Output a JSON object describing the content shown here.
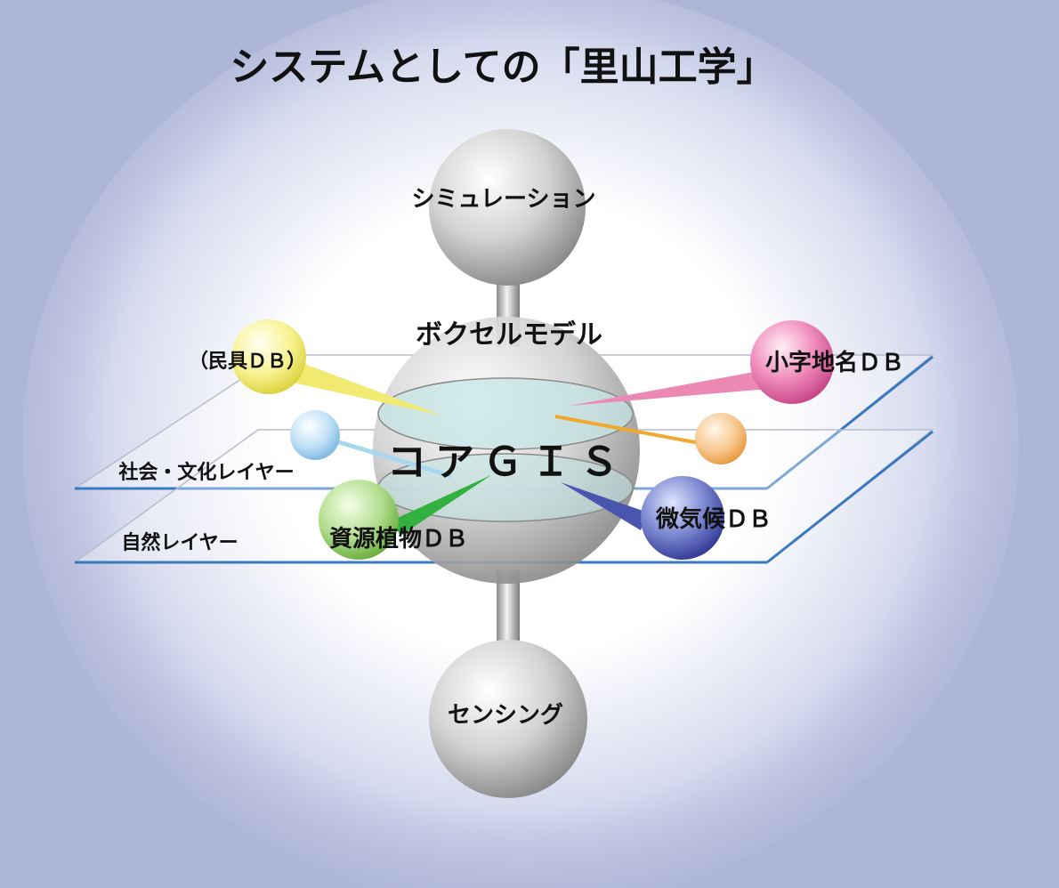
{
  "title": "システムとしての「里山工学」",
  "nodes": {
    "simulation": "シミュレーション",
    "voxel_model": "ボクセルモデル",
    "core_gis": "コアＧＩＳ",
    "sensing": "センシング"
  },
  "layers": {
    "social_culture": "社会・文化レイヤー",
    "nature": "自然レイヤー"
  },
  "databases": {
    "folk_tools": "（民具ＤＢ）",
    "place_names": "小字地名ＤＢ",
    "microclimate": "微気候ＤＢ",
    "plant_resources": "資源植物ＤＢ"
  },
  "colors": {
    "background": "#aeb6d8",
    "layer_line": "#3a78c0",
    "folk_tools": "#f6ef7a",
    "place_names": "#e870a8",
    "microclimate": "#4a55b0",
    "plant_resources": "#58b840",
    "social_sphere": "#a8d4f2",
    "orange_sphere": "#f5a840"
  }
}
